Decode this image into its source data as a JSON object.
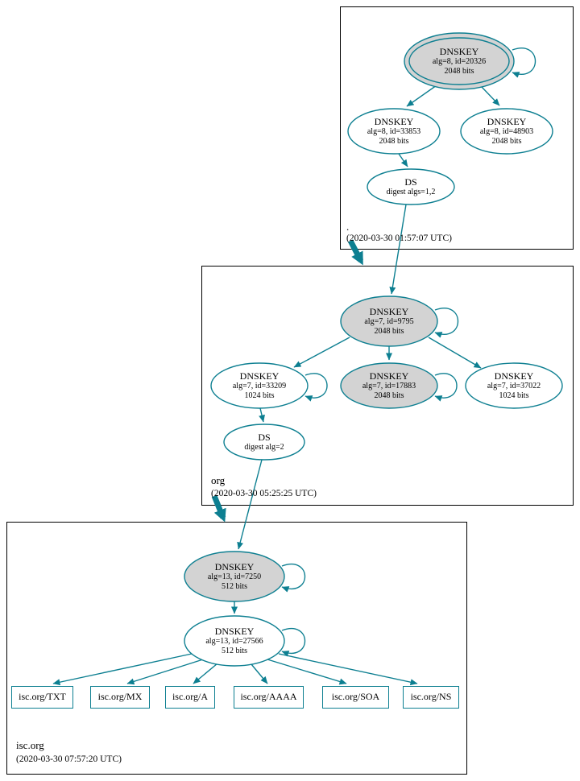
{
  "colors": {
    "accent": "#0d7f91",
    "node_fill_gray": "#d3d3d3",
    "border": "#000000"
  },
  "zones": {
    "root": {
      "name": ".",
      "timestamp": "(2020-03-30 01:57:07 UTC)",
      "ksk": {
        "title": "DNSKEY",
        "meta": "alg=8, id=20326",
        "bits": "2048 bits"
      },
      "zsk1": {
        "title": "DNSKEY",
        "meta": "alg=8, id=33853",
        "bits": "2048 bits"
      },
      "zsk2": {
        "title": "DNSKEY",
        "meta": "alg=8, id=48903",
        "bits": "2048 bits"
      },
      "ds": {
        "title": "DS",
        "meta": "digest algs=1,2"
      }
    },
    "org": {
      "name": "org",
      "timestamp": "(2020-03-30 05:25:25 UTC)",
      "ksk": {
        "title": "DNSKEY",
        "meta": "alg=7, id=9795",
        "bits": "2048 bits"
      },
      "zsk1": {
        "title": "DNSKEY",
        "meta": "alg=7, id=33209",
        "bits": "1024 bits"
      },
      "zsk2": {
        "title": "DNSKEY",
        "meta": "alg=7, id=17883",
        "bits": "2048 bits"
      },
      "zsk3": {
        "title": "DNSKEY",
        "meta": "alg=7, id=37022",
        "bits": "1024 bits"
      },
      "ds": {
        "title": "DS",
        "meta": "digest alg=2"
      }
    },
    "isc": {
      "name": "isc.org",
      "timestamp": "(2020-03-30 07:57:20 UTC)",
      "ksk": {
        "title": "DNSKEY",
        "meta": "alg=13, id=7250",
        "bits": "512 bits"
      },
      "zsk": {
        "title": "DNSKEY",
        "meta": "alg=13, id=27566",
        "bits": "512 bits"
      },
      "records": [
        "isc.org/TXT",
        "isc.org/MX",
        "isc.org/A",
        "isc.org/AAAA",
        "isc.org/SOA",
        "isc.org/NS"
      ]
    }
  }
}
